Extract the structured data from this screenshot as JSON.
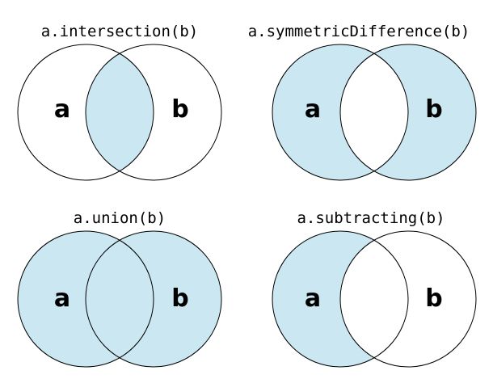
{
  "fill_color": "#cbe8f2",
  "stroke_color": "#000000",
  "panels": [
    {
      "title": "a.intersection(b)",
      "label_a": "a",
      "label_b": "b",
      "operation": "intersection"
    },
    {
      "title": "a.symmetricDifference(b)",
      "label_a": "a",
      "label_b": "b",
      "operation": "symmetric-difference"
    },
    {
      "title": "a.union(b)",
      "label_a": "a",
      "label_b": "b",
      "operation": "union"
    },
    {
      "title": "a.subtracting(b)",
      "label_a": "a",
      "label_b": "b",
      "operation": "subtraction"
    }
  ]
}
